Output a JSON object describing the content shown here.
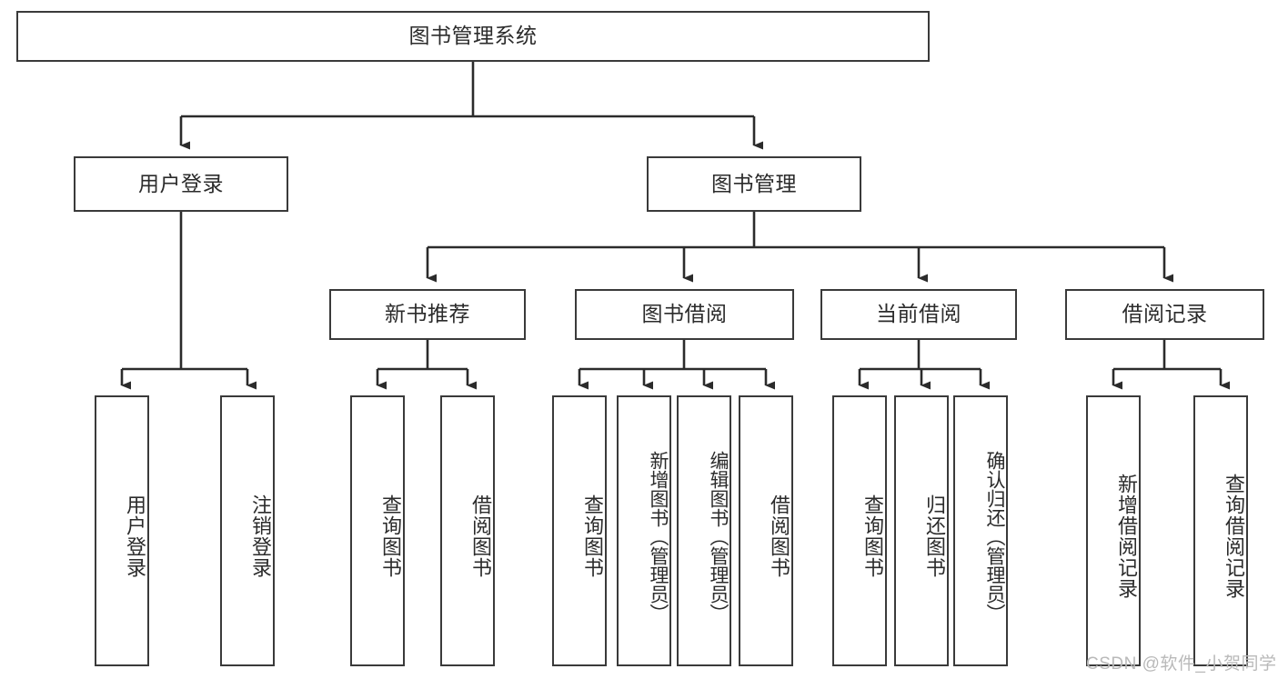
{
  "diagram": {
    "type": "tree-hierarchy",
    "title": "图书管理系统",
    "colors": {
      "box_border": "#3a3a3a",
      "connector": "#2b2b2b",
      "background": "#ffffff",
      "watermark": "#b9b9b9"
    },
    "levels": {
      "root": {
        "label": "图书管理系统",
        "orientation": "horizontal"
      },
      "level2": [
        {
          "label": "用户登录",
          "orientation": "horizontal"
        },
        {
          "label": "图书管理",
          "orientation": "horizontal"
        }
      ],
      "level3": [
        {
          "label": "新书推荐",
          "orientation": "horizontal"
        },
        {
          "label": "图书借阅",
          "orientation": "horizontal"
        },
        {
          "label": "当前借阅",
          "orientation": "horizontal"
        },
        {
          "label": "借阅记录",
          "orientation": "horizontal"
        }
      ],
      "leaves": [
        {
          "label": "用户登录",
          "parent": "用户登录",
          "orientation": "vertical"
        },
        {
          "label": "注销登录",
          "parent": "用户登录",
          "orientation": "vertical"
        },
        {
          "label": "查询图书",
          "parent": "新书推荐",
          "orientation": "vertical"
        },
        {
          "label": "借阅图书",
          "parent": "新书推荐",
          "orientation": "vertical"
        },
        {
          "label": "查询图书",
          "parent": "图书借阅",
          "orientation": "vertical"
        },
        {
          "label": "新增图书（管理员）",
          "parent": "图书借阅",
          "orientation": "vertical"
        },
        {
          "label": "编辑图书（管理员）",
          "parent": "图书借阅",
          "orientation": "vertical"
        },
        {
          "label": "借阅图书",
          "parent": "图书借阅",
          "orientation": "vertical"
        },
        {
          "label": "查询图书",
          "parent": "当前借阅",
          "orientation": "vertical"
        },
        {
          "label": "归还图书",
          "parent": "当前借阅",
          "orientation": "vertical"
        },
        {
          "label": "确认归还（管理员）",
          "parent": "当前借阅",
          "orientation": "vertical"
        },
        {
          "label": "新增借阅记录",
          "parent": "借阅记录",
          "orientation": "vertical"
        },
        {
          "label": "查询借阅记录",
          "parent": "借阅记录",
          "orientation": "vertical"
        }
      ]
    }
  },
  "watermark": {
    "text": "CSDN @软件_小贺同学"
  }
}
